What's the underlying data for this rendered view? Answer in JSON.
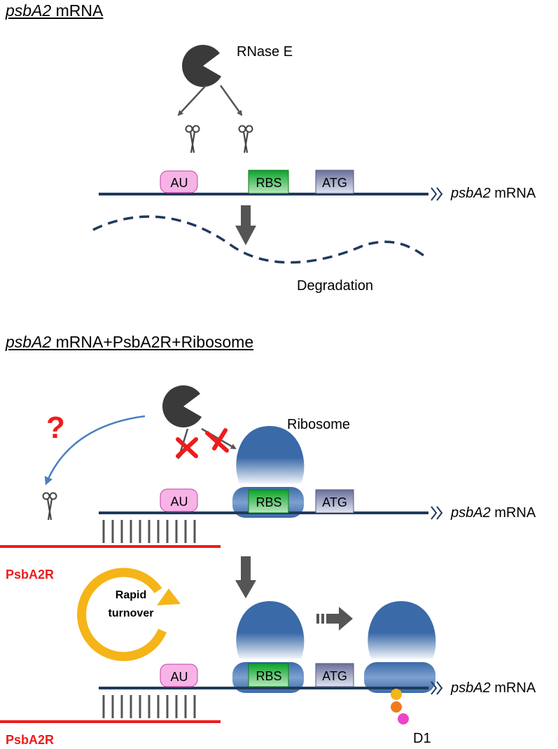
{
  "section1": {
    "heading_italic": "psbA2",
    "heading_rest": " mRNA",
    "enzyme_label": "RNase E",
    "box_au": "AU",
    "box_rbs": "RBS",
    "box_atg": "ATG",
    "mrna_italic": "psbA2",
    "mrna_rest": " mRNA",
    "degradation_label": "Degradation"
  },
  "section2": {
    "heading_italic": "psbA2",
    "heading_rest": " mRNA+PsbA2R+Ribosome",
    "question_mark": "?",
    "ribosome_label": "Ribosome",
    "box_au": "AU",
    "box_rbs": "RBS",
    "box_atg": "ATG",
    "mrna_italic": "psbA2",
    "mrna_rest": " mRNA",
    "srna_label": "PsbA2R"
  },
  "section3": {
    "turnover_line1": "Rapid",
    "turnover_line2": "turnover",
    "box_au": "AU",
    "box_rbs": "RBS",
    "box_atg": "ATG",
    "mrna_italic": "psbA2",
    "mrna_rest": " mRNA",
    "srna_label": "PsbA2R",
    "protein_label": "D1"
  },
  "colors": {
    "mrna_line": "#1f3a5c",
    "enzyme": "#3a3a3a",
    "au_box": "#f7b3e6",
    "rbs_box": "#0aa32a",
    "atg_box": "#b3b5d9",
    "srna": "#ee1c1c",
    "ribosome": "#3a6aa8",
    "turnover_arrow": "#f5b417",
    "peptide": [
      "#f5b417",
      "#f07a1e",
      "#ee44c7"
    ]
  }
}
